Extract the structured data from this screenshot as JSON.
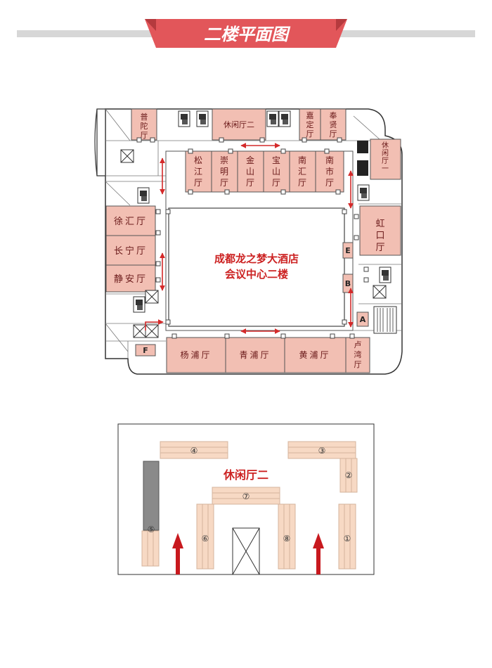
{
  "header": {
    "title": "二楼平面图",
    "banner_color": "#e2565a",
    "bar_color": "#d7d7d7"
  },
  "colors": {
    "room_fill": "#f2bfb3",
    "room_stroke": "#555555",
    "arrow": "#d42a2a",
    "center_text": "#cc2222",
    "table_fill": "#f7d9c4",
    "stage_fill": "#8a8a8a"
  },
  "floorplan": {
    "center_lines": [
      "成都龙之梦大酒店",
      "会议中心二楼"
    ],
    "rooms": {
      "putuo": "普陀厅",
      "xiuxian2": "休闲厅二",
      "jiading": "嘉定厅",
      "fengxian": "奉贤厅",
      "xiuxian1": "休闲厅一",
      "songjiang": "松江厅",
      "chongming": "崇明厅",
      "jinshan": "金山厅",
      "baoshan": "宝山厅",
      "nanhui": "南汇厅",
      "nanshi": "南市厅",
      "xuhui": "徐汇厅",
      "changning": "长宁厅",
      "jingan": "静安厅",
      "hongkou": "虹口厅",
      "yangpu": "杨浦厅",
      "qingpu": "青浦厅",
      "huangpu": "黄浦厅",
      "luwan": "卢湾厅"
    },
    "markers": {
      "a": "A",
      "b": "B",
      "e": "E",
      "f": "F"
    }
  },
  "detail": {
    "title": "休闲厅二",
    "tables": {
      "t1": "①",
      "t2": "②",
      "t3": "③",
      "t4": "④",
      "t5": "⑤",
      "t6": "⑥",
      "t7": "⑦",
      "t8": "⑧"
    }
  }
}
